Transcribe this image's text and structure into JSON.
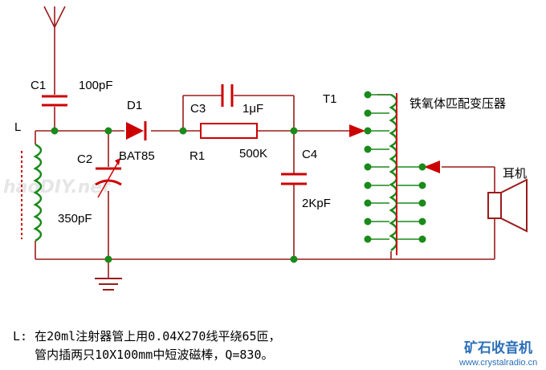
{
  "components": {
    "c1_ref": "C1",
    "c1_val": "100pF",
    "d1_ref": "D1",
    "d1_val": "BAT85",
    "c3_ref": "C3",
    "c3_val": "1μF",
    "t1_ref": "T1",
    "t1_desc": "铁氧体匹配变压器",
    "l_ref": "L",
    "c2_ref": "C2",
    "c2_val": "350pF",
    "r1_ref": "R1",
    "r1_val": "500K",
    "c4_ref": "C4",
    "c4_val": "2KpF",
    "earphone": "耳机"
  },
  "notes": {
    "line1": "L: 在20ml注射器管上用0.04X270线平绕65匝，",
    "line2": "   管内插两只10X100mm中短波磁棒，Q=830。"
  },
  "watermark": {
    "text": "haoDIY.net"
  },
  "branding": {
    "title": "矿石收音机",
    "url": "www.crystalradio.cn"
  },
  "colors": {
    "wire": "#9b1b1b",
    "node": "#1a8a1a",
    "component": "#cc0000",
    "text": "#000000",
    "brand": "#2b6fb8"
  }
}
